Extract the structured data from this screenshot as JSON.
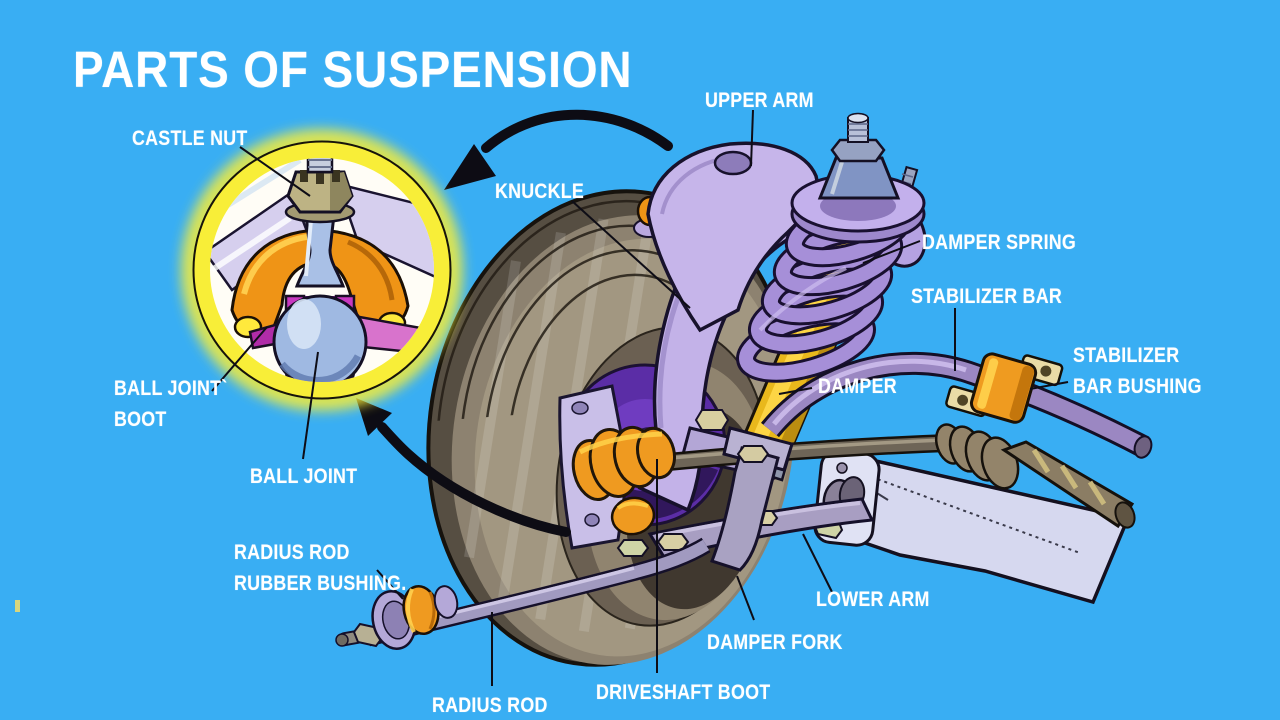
{
  "title": "PARTS OF SUSPENSION",
  "labels": {
    "castle_nut": "CASTLE NUT",
    "upper_arm": "UPPER ARM",
    "knuckle": "KNUCKLE",
    "damper_spring": "DAMPER SPRING",
    "stabilizer_bar": "STABILIZER BAR",
    "stabilizer_bar_bushing_line1": "STABILIZER",
    "stabilizer_bar_bushing_line2": "BAR BUSHING",
    "damper": "DAMPER",
    "ball_joint_boot_line1": "BALL JOINT`",
    "ball_joint_boot_line2": "BOOT",
    "ball_joint": "BALL JOINT",
    "radius_rod_rubber_bushing_line1": "RADIUS ROD",
    "radius_rod_rubber_bushing_line2": "RUBBER BUSHING.",
    "lower_arm": "LOWER ARM",
    "damper_fork": "DAMPER FORK",
    "driveshaft_boot": "DRIVESHAFT BOOT",
    "radius_rod": "RADIUS ROD"
  },
  "colors": {
    "background": "#39aef3",
    "label_text": "#ffffff",
    "inset_glow_yellow": "#f8ee38",
    "boot_orange": "#ef9416",
    "spring_purple": "#a68fd8",
    "damper_yellow": "#e9b81c",
    "metal_lavender": "#c3b2e8",
    "subframe_light": "#d6d8ef",
    "tire_taupe": "#6f6556",
    "rotor_purple": "#5b2da6",
    "arrow_black": "#0d0c14"
  }
}
